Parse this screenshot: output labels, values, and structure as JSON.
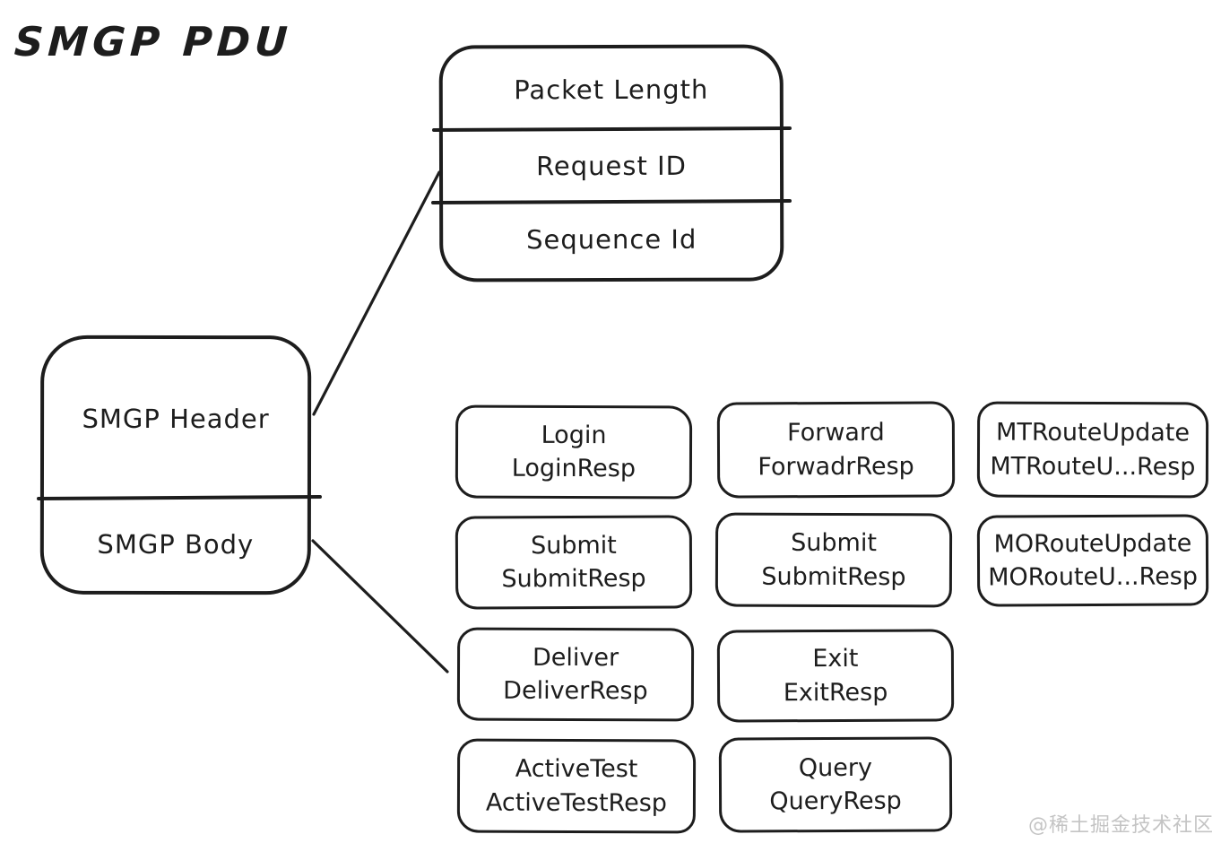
{
  "title": "SMGP PDU",
  "header_box": {
    "fields": [
      "Packet Length",
      "Request ID",
      "Sequence Id"
    ]
  },
  "pdu_box": {
    "sections": [
      "SMGP Header",
      "SMGP Body"
    ]
  },
  "body_pdus": [
    {
      "request": "Login",
      "response": "LoginResp"
    },
    {
      "request": "Forward",
      "response": "ForwadrResp"
    },
    {
      "request": "MTRouteUpdate",
      "response": "MTRouteU...Resp"
    },
    {
      "request": "Submit",
      "response": "SubmitResp"
    },
    {
      "request": "Submit",
      "response": "SubmitResp"
    },
    {
      "request": "MORouteUpdate",
      "response": "MORouteU...Resp"
    },
    {
      "request": "Deliver",
      "response": "DeliverResp"
    },
    {
      "request": "Exit",
      "response": "ExitResp"
    },
    {
      "request": "ActiveTest",
      "response": "ActiveTestResp"
    },
    {
      "request": "Query",
      "response": "QueryResp"
    }
  ],
  "watermark": "@稀土掘金技术社区",
  "colors": {
    "stroke": "#1d1d1d",
    "background": "#ffffff",
    "watermark": "#c4c4c4"
  }
}
